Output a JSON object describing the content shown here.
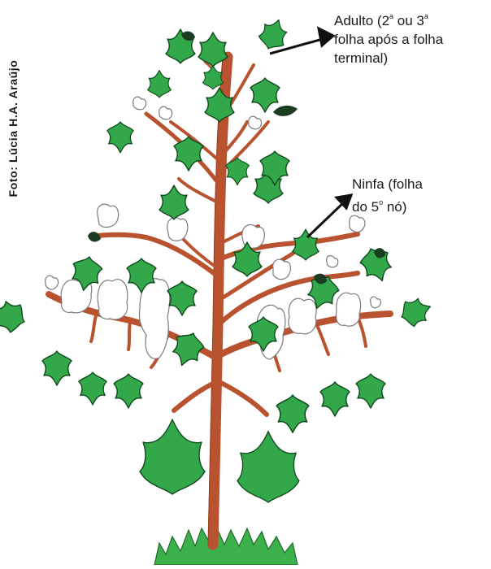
{
  "credit": "Foto: Lúcia H.A. Araújo",
  "annotations": {
    "adulto": {
      "line1_a": "Adulto (2",
      "line1_sup1": "a",
      "line1_b": " ou 3",
      "line1_sup2": "a",
      "line2": "folha após a folha",
      "line3": "terminal)"
    },
    "ninfa": {
      "line1": "Ninfa (folha",
      "line2_a": "do 5",
      "line2_sup": "o",
      "line2_b": " nó)"
    }
  },
  "colors": {
    "leaf": "#33a84a",
    "leaf_outline": "#0f4a1c",
    "stem": "#b8522f",
    "boll": "#ffffff",
    "insect_mark": "#1b3d22",
    "grass": "#3cb04a",
    "arrow": "#111111"
  }
}
